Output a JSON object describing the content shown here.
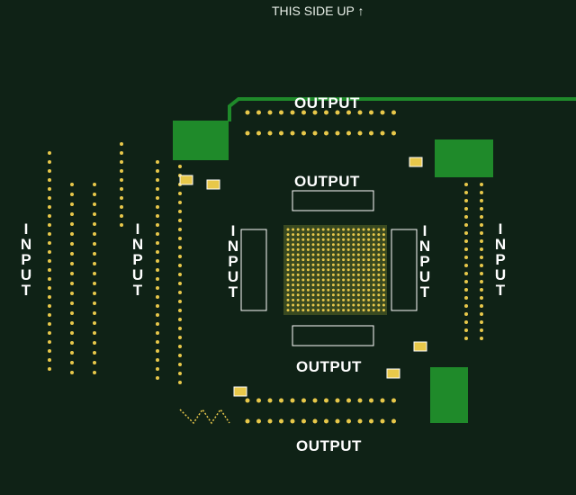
{
  "orientation_label": "THIS SIDE UP",
  "labels": {
    "output_top_outer": "OUTPUT",
    "output_top_inner": "OUTPUT",
    "output_bottom_inner": "OUTPUT",
    "output_bottom_outer": "OUTPUT",
    "input_far_left": "INPUT",
    "input_left": "INPUT",
    "input_inner_left": "INPUT",
    "input_inner_right": "INPUT",
    "input_far_right": "INPUT"
  },
  "colors": {
    "board": "#0f2216",
    "copper": "#1f8a2a",
    "pad": "#e8c84a",
    "silk": "#ffffff"
  }
}
